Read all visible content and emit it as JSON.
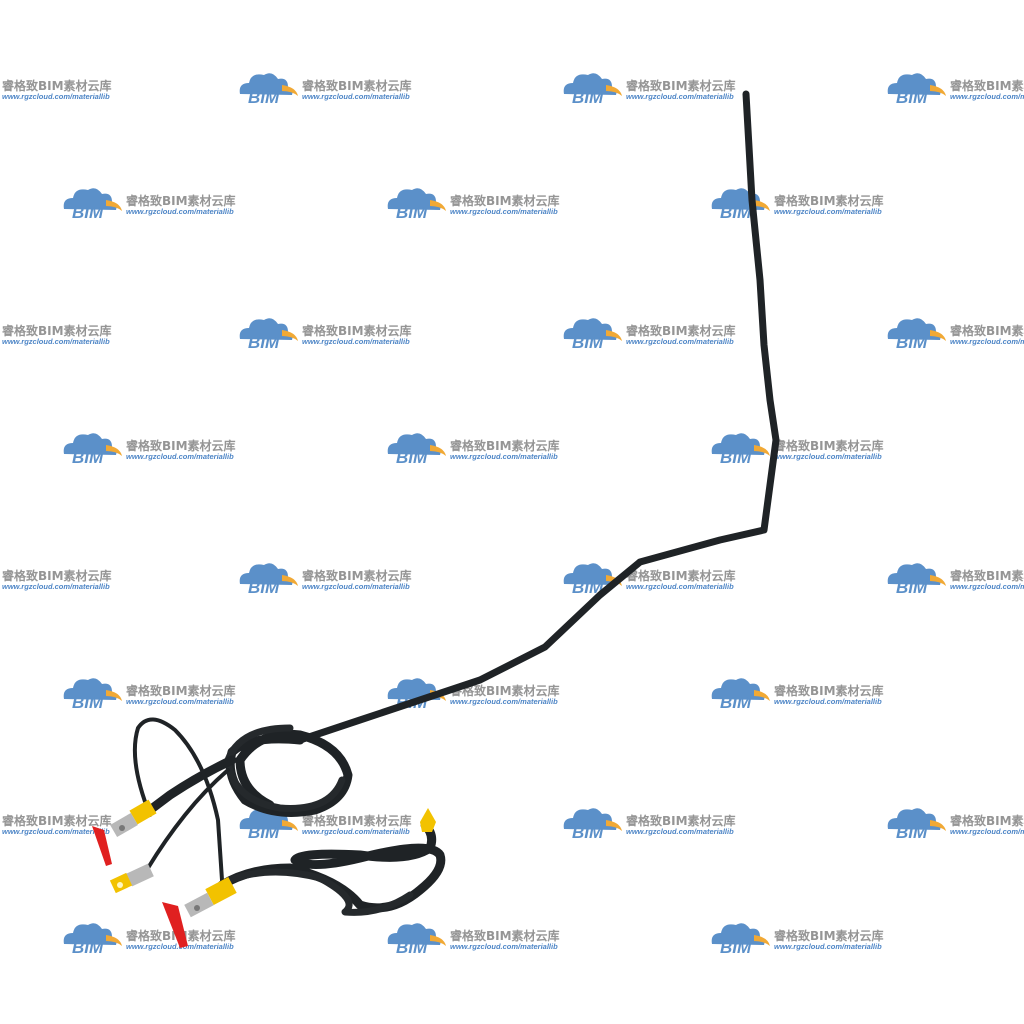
{
  "watermark": {
    "brand": "BIM",
    "title": "睿格致BIM素材云库",
    "url": "www.rgzcloud.com/materiallib",
    "colors": {
      "cloud": "#4a84c4",
      "swoosh": "#f0a020",
      "text": "#8a8a8a",
      "url": "#3a78c0"
    }
  },
  "model": {
    "cable_color": "#1f2326",
    "terminal_yellow": "#f2c200",
    "terminal_red": "#e02020",
    "terminal_metal": "#b8b8b8"
  }
}
